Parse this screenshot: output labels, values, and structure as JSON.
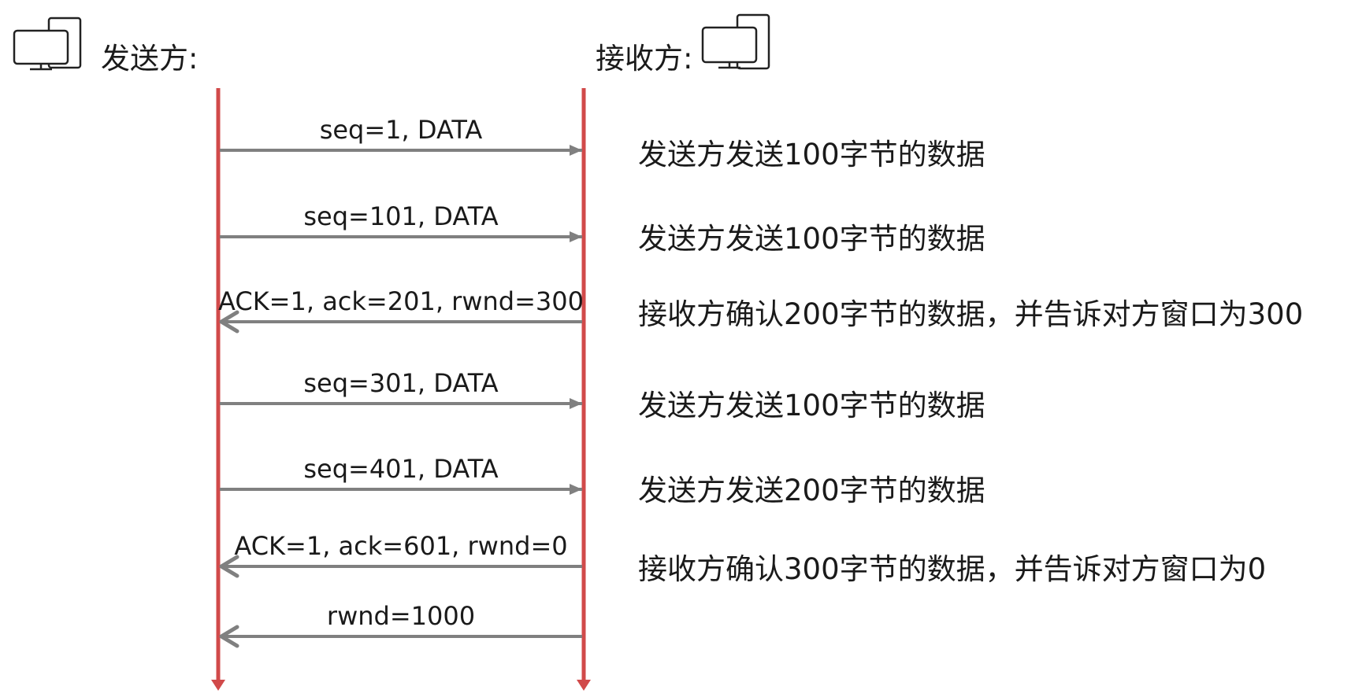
{
  "participants": {
    "sender": {
      "label": "发送方:",
      "icon": "computer-icon"
    },
    "receiver": {
      "label": "接收方:",
      "icon": "computer-icon"
    }
  },
  "colors": {
    "lifeline": "#d14a4a",
    "arrow": "#808080",
    "text": "#1a1a1a"
  },
  "messages": [
    {
      "label": "seq=1, DATA",
      "direction": "sender-to-receiver",
      "note": "发送方发送100字节的数据"
    },
    {
      "label": "seq=101, DATA",
      "direction": "sender-to-receiver",
      "note": "发送方发送100字节的数据"
    },
    {
      "label": "ACK=1, ack=201, rwnd=300",
      "direction": "receiver-to-sender",
      "note": "接收方确认200字节的数据，并告诉对方窗口为300"
    },
    {
      "label": "seq=301, DATA",
      "direction": "sender-to-receiver",
      "note": "发送方发送100字节的数据"
    },
    {
      "label": "seq=401, DATA",
      "direction": "sender-to-receiver",
      "note": "发送方发送200字节的数据"
    },
    {
      "label": "ACK=1, ack=601, rwnd=0",
      "direction": "receiver-to-sender",
      "note": "接收方确认300字节的数据，并告诉对方窗口为0"
    },
    {
      "label": "rwnd=1000",
      "direction": "receiver-to-sender",
      "note": ""
    }
  ]
}
